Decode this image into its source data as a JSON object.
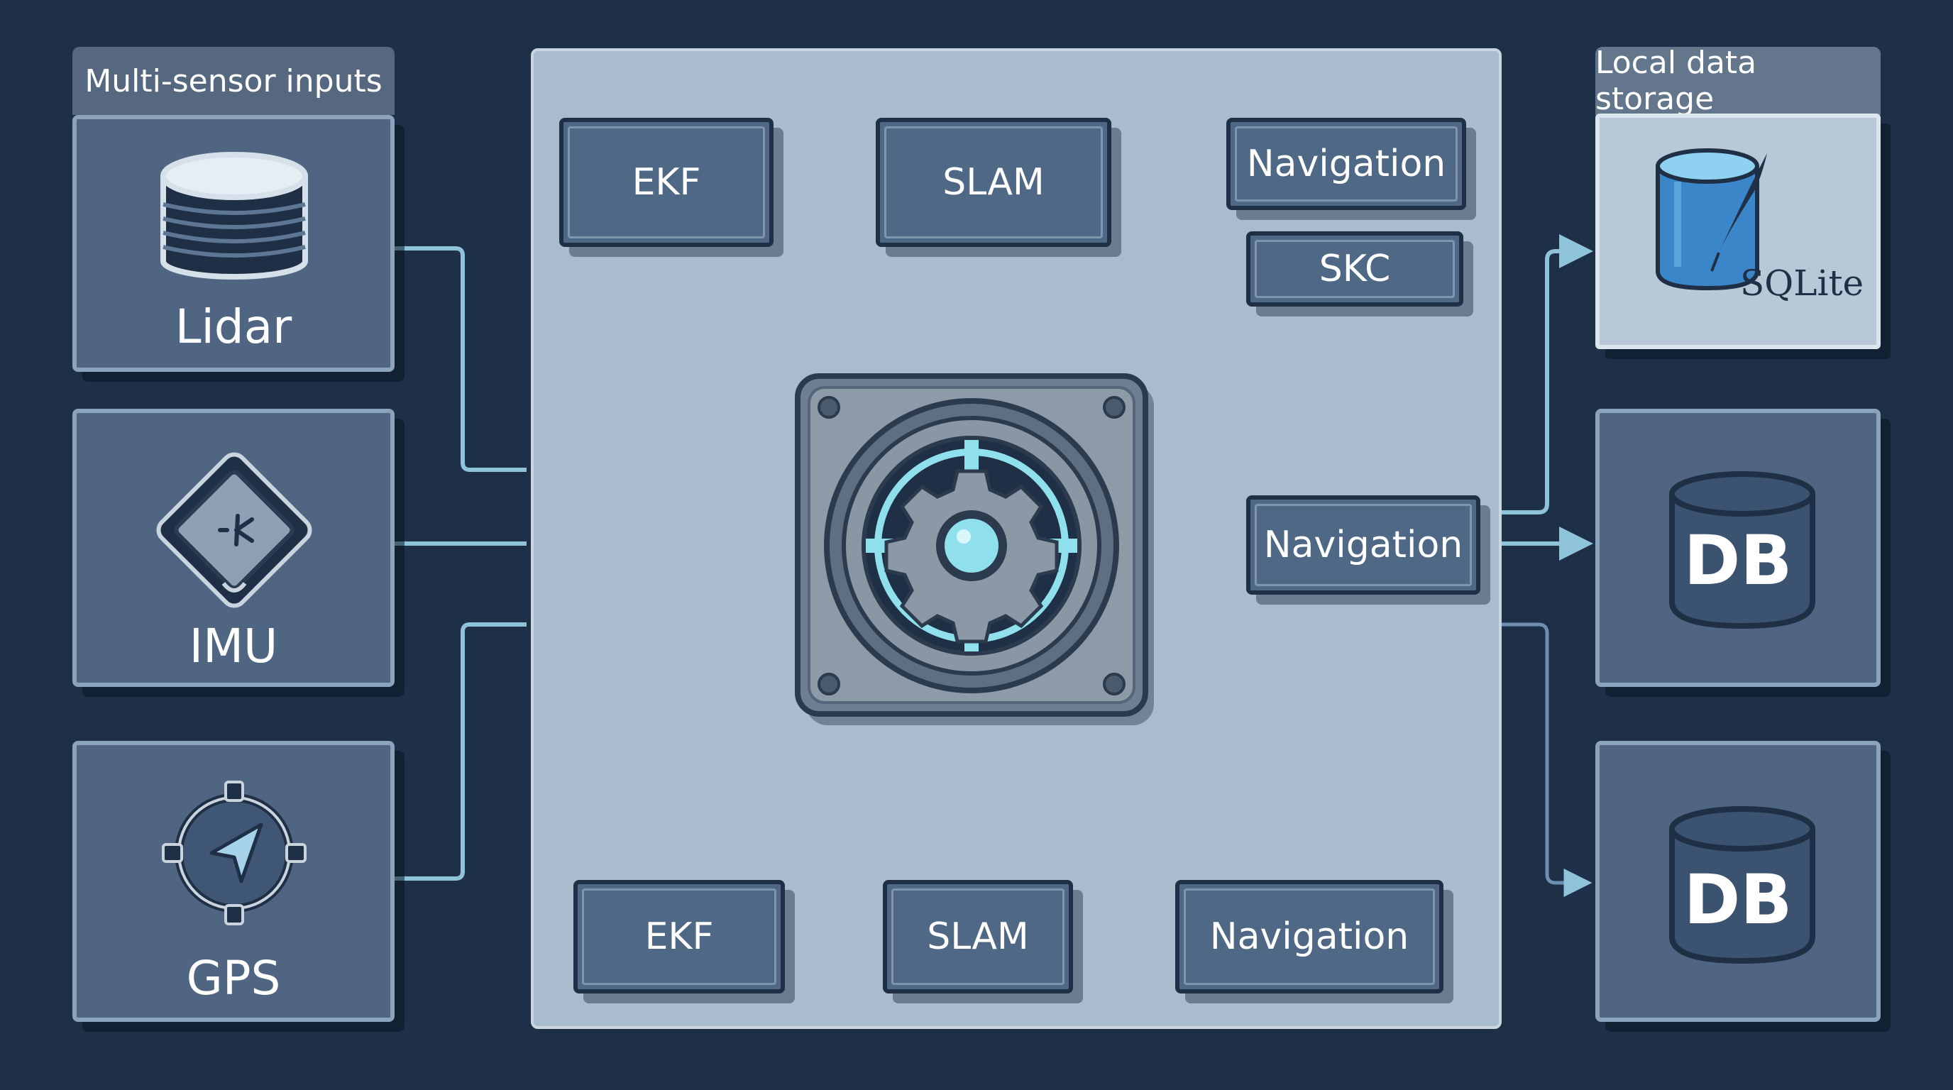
{
  "sensors": {
    "header": "Multi-sensor inputs",
    "items": [
      {
        "label": "Lidar",
        "icon": "lidar-stack-icon"
      },
      {
        "label": "IMU",
        "icon": "imu-chip-icon"
      },
      {
        "label": "GPS",
        "icon": "gps-compass-icon"
      }
    ]
  },
  "processing": {
    "top_nodes": [
      "EKF",
      "SLAM",
      "Navigation",
      "SKC"
    ],
    "right_node": "Navigation",
    "bottom_nodes": [
      "EKF",
      "SLAM",
      "Navigation"
    ],
    "core_icon": "gear-core-icon"
  },
  "storage": {
    "header": "Local data storage",
    "sqlite_label": "SQLite",
    "db_labels": [
      "DB",
      "DB"
    ]
  },
  "colors": {
    "background": "#1e3048",
    "card": "#4f6582",
    "card_border": "#8ba3bb",
    "center_panel": "#a8bccd",
    "node_fill": "#4f6885",
    "dark_arrow": "#1c2b40",
    "light_arrow": "#8fc3da",
    "accent_cyan": "#8fe0ec"
  }
}
